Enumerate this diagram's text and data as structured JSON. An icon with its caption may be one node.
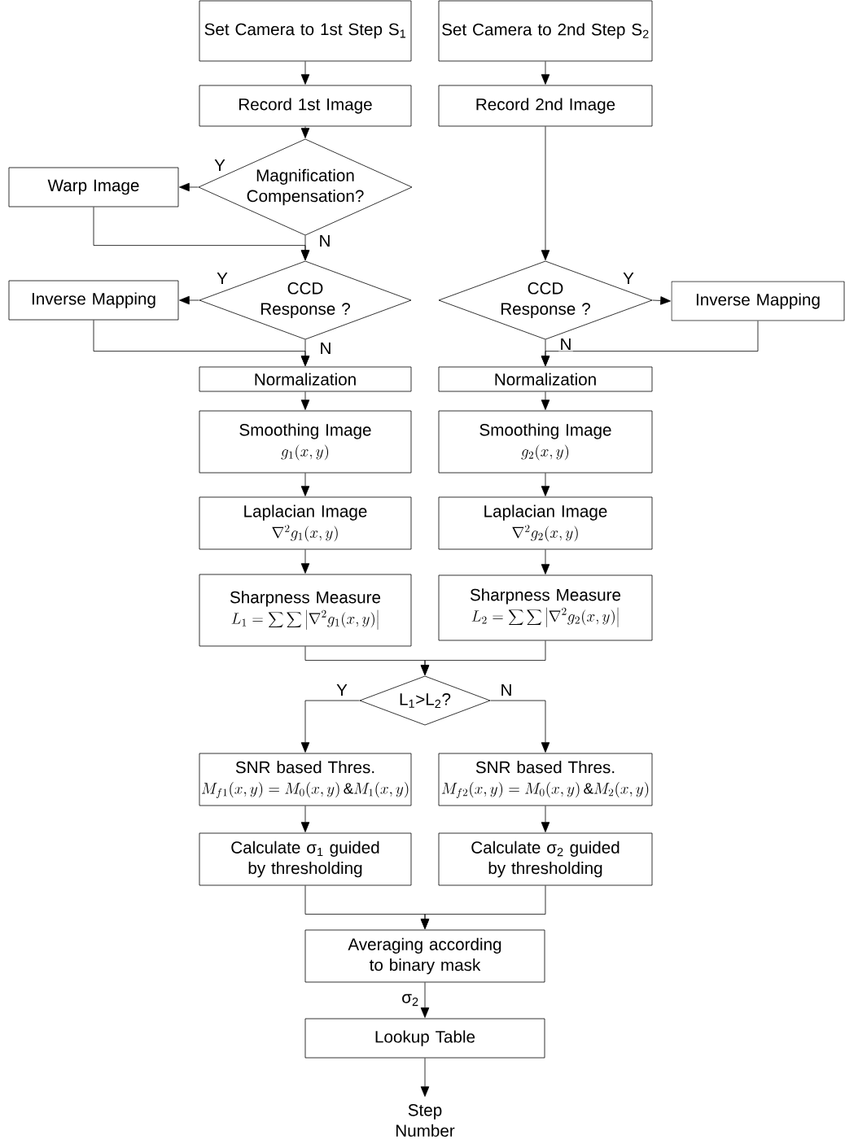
{
  "diagram": {
    "nodes": [
      {
        "text": [
          "Set Camera to 1st Step S$_{1}$"
        ]
      },
      {
        "text": [
          "Set Camera to 2nd Step S$_{2}$"
        ]
      },
      {
        "text": [
          "Record 1st Image"
        ]
      },
      {
        "text": [
          "Record 2nd Image"
        ]
      },
      {
        "text": [
          "Magnification Compensation?"
        ]
      },
      {
        "text": [
          "Warp Image"
        ]
      },
      {
        "text": [
          "CCD Response ?"
        ]
      },
      {
        "text": [
          "Inverse Mapping"
        ]
      },
      {
        "text": [
          "CCD Response ?"
        ]
      },
      {
        "text": [
          "Inverse Mapping"
        ]
      },
      {
        "text": [
          "Normalization"
        ]
      },
      {
        "text": [
          "Normalization"
        ]
      },
      {
        "text": [
          "Smoothing Image",
          "g_{1}(x, y)"
        ]
      },
      {
        "text": [
          "Smoothing Image",
          "g_{2}(x, y)"
        ]
      },
      {
        "text": [
          "Laplacian Image",
          "\\nabla^{2} g_{1}(x, y)"
        ]
      },
      {
        "text": [
          "Laplacian Image",
          "\\nabla^{2} g_{2}(x, y)"
        ]
      },
      {
        "text": [
          "Sharpness Measure",
          "L_{1}=\\sum\\sum\\left|\\nabla^{2} g_{1}(x, y)\\right|"
        ]
      },
      {
        "text": [
          "Sharpness Measure",
          "L_{2}=\\sum\\sum\\left|\\nabla^{2} g_{2}(x, y)\\right|"
        ]
      },
      {
        "text": [
          "L$_{1}$>L$_{2}$?"
        ]
      },
      {
        "text": [
          "SNR based Thres.",
          "M_{f1}(x,y)=M_{0}(x,y)\\,\\&M_{1}(x,y)"
        ]
      },
      {
        "text": [
          "SNR based Thres.",
          "M_{f2}(x,y)=M_{0}(x,y)\\,\\&M_{2}(x,y)"
        ]
      },
      {
        "text": [
          "Calculate σ$_{1}$ guided by thresholding"
        ]
      },
      {
        "text": [
          "Calculate σ$_{2}$ guided by thresholding"
        ]
      },
      {
        "text": [
          "Averaging according to binary mask"
        ]
      },
      {
        "text": [
          "Lookup Table"
        ]
      },
      {
        "text": [
          "Step Number"
        ]
      }
    ],
    "edges": [
      {
        "from": 0,
        "to": 2,
        "arrow": "to"
      },
      {
        "from": 1,
        "to": 3,
        "arrow": "to"
      },
      {
        "from": 2,
        "to": 4,
        "arrow": "to"
      },
      {
        "from": 4,
        "to": 5,
        "arrow": "to",
        "label": "Y"
      },
      {
        "from": 5,
        "to": 6,
        "arrow": "to"
      },
      {
        "from": 4,
        "to": 6,
        "arrow": "to",
        "label": "N"
      },
      {
        "from": 6,
        "to": 7,
        "arrow": "to",
        "label": "Y"
      },
      {
        "from": 7,
        "to": 10,
        "arrow": "to"
      },
      {
        "from": 6,
        "to": 10,
        "arrow": "to",
        "label": "N"
      },
      {
        "from": 3,
        "to": 8,
        "arrow": "to"
      },
      {
        "from": 8,
        "to": 9,
        "arrow": "to",
        "label": "Y"
      },
      {
        "from": 9,
        "to": 11,
        "arrow": "to"
      },
      {
        "from": 8,
        "to": 11,
        "arrow": "to",
        "label": "N"
      },
      {
        "from": 10,
        "to": 12,
        "arrow": "to"
      },
      {
        "from": 11,
        "to": 13,
        "arrow": "to"
      },
      {
        "from": 12,
        "to": 14,
        "arrow": "to"
      },
      {
        "from": 13,
        "to": 15,
        "arrow": "to"
      },
      {
        "from": 14,
        "to": 16,
        "arrow": "to"
      },
      {
        "from": 15,
        "to": 17,
        "arrow": "to"
      },
      {
        "from": 16,
        "to": 18,
        "arrow": "to"
      },
      {
        "from": 17,
        "to": 18,
        "arrow": "to"
      },
      {
        "from": 18,
        "to": 19,
        "arrow": "to",
        "label": "Y"
      },
      {
        "from": 18,
        "to": 20,
        "arrow": "to",
        "label": "N"
      },
      {
        "from": 19,
        "to": 21,
        "arrow": "to"
      },
      {
        "from": 20,
        "to": 22,
        "arrow": "to"
      },
      {
        "from": 21,
        "to": 23,
        "arrow": "to"
      },
      {
        "from": 22,
        "to": 23,
        "arrow": "to"
      },
      {
        "from": 23,
        "to": 24,
        "arrow": "to",
        "label": "σ$_{2}$"
      },
      {
        "from": 24,
        "to": 25,
        "arrow": "to"
      }
    ]
  }
}
